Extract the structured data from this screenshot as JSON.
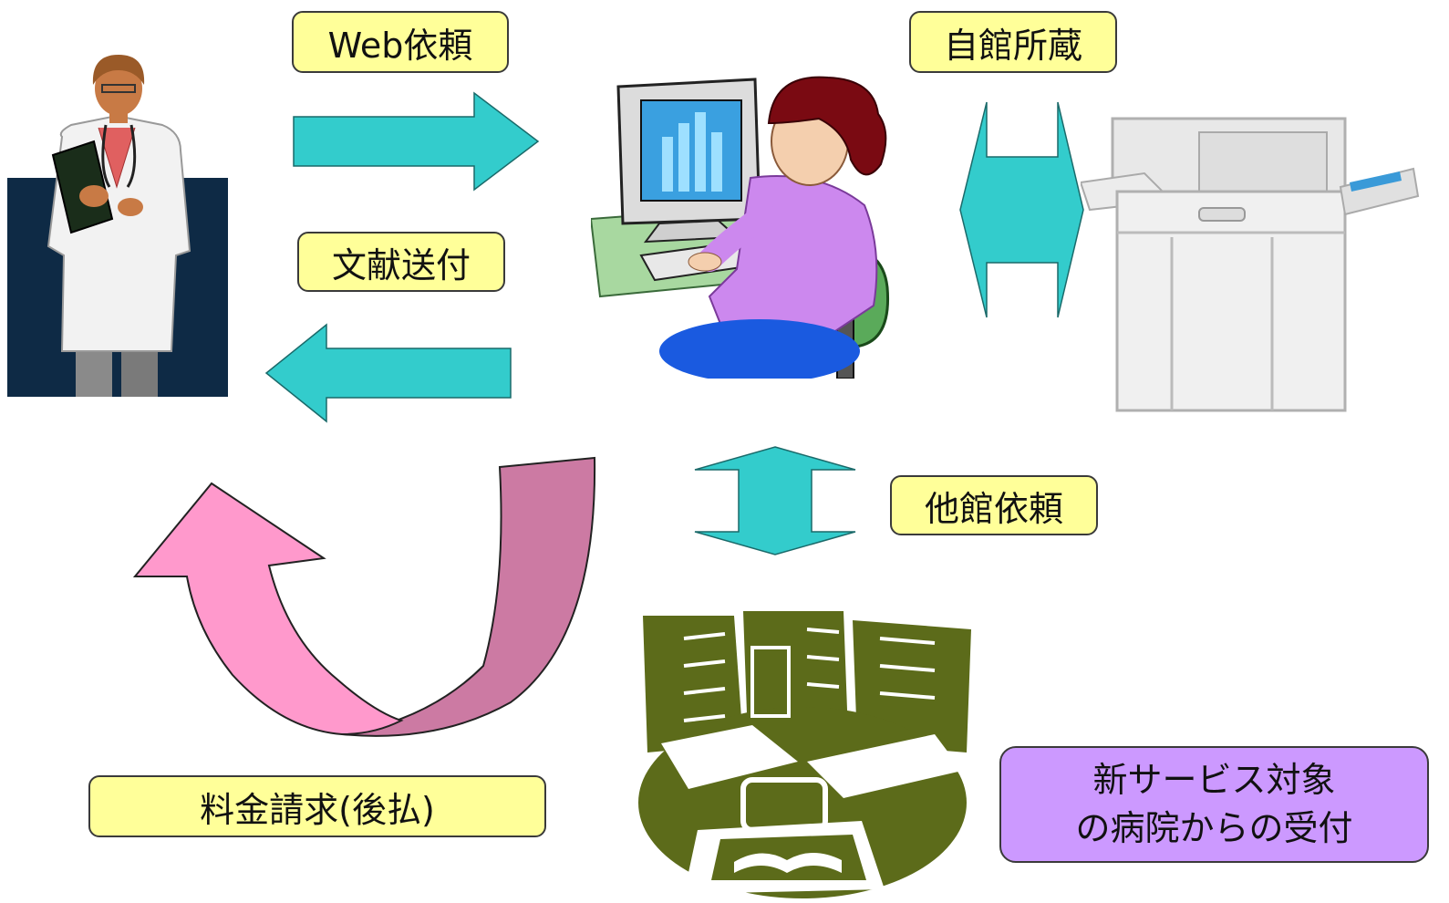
{
  "labels": {
    "web_request": "Web依頼",
    "document_delivery": "文献送付",
    "own_holdings": "自館所蔵",
    "other_library_request": "他館依頼",
    "fee_billing": "料金請求(後払)",
    "new_service_line1": "新サービス対象",
    "new_service_line2": "の病院からの受付"
  },
  "colors": {
    "teal_arrow": "#33cccc",
    "pink_arrow": "#ff99cc",
    "pink_arrow_dark": "#cc7aa3",
    "label_yellow": "#ffff99",
    "label_purple": "#cc99ff",
    "library_green": "#5c6b1a"
  },
  "icons": [
    "doctor-icon",
    "librarian-computer-icon",
    "copier-icon",
    "library-icon"
  ]
}
